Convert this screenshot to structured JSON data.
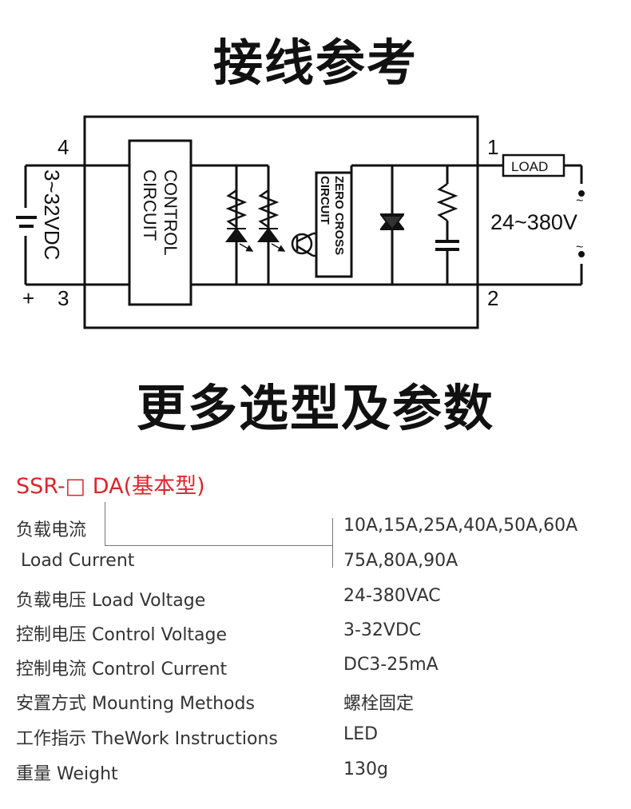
{
  "headings": {
    "wiring": "接线参考",
    "more": "更多选型及参数"
  },
  "diagram": {
    "terminals": {
      "t4": "4",
      "t3": "3",
      "t1": "1",
      "t2": "2",
      "plus": "+"
    },
    "control_voltage": "3~32VDC",
    "control_circuit": [
      "CONTROL",
      "CIRCUIT"
    ],
    "zero_cross": [
      "ZERO CROSS",
      "CIRCUIT"
    ],
    "load": "LOAD",
    "ac_voltage": "24~380V",
    "tilde": "~"
  },
  "model": "SSR-□ DA(基本型)",
  "specs": {
    "load_current_cn": "负载电流",
    "load_current_en": "Load Current",
    "load_current_v1": "10A,15A,25A,40A,50A,60A",
    "load_current_v2": "75A,80A,90A",
    "rows": [
      {
        "label": "负载电压 Load Voltage",
        "value": "24-380VAC"
      },
      {
        "label": "控制电压 Control Voltage",
        "value": "3-32VDC"
      },
      {
        "label": "控制电流 Control Current",
        "value": "DC3-25mA"
      },
      {
        "label": "安置方式 Mounting Methods",
        "value": "螺栓固定"
      },
      {
        "label": "工作指示 TheWork Instructions",
        "value": "LED"
      },
      {
        "label": "重量 Weight",
        "value": "130g"
      }
    ]
  }
}
